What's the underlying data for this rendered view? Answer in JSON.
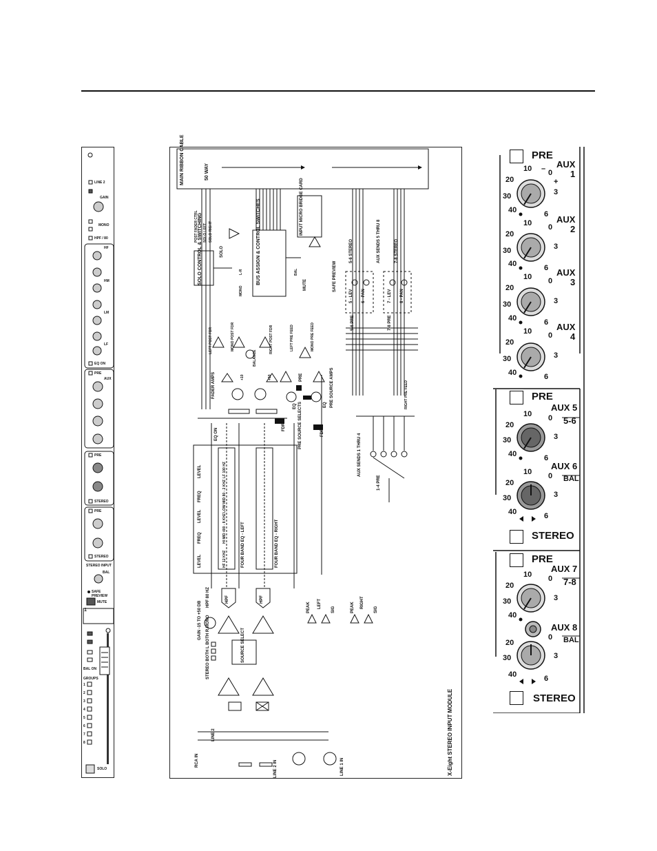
{
  "strip": {
    "line2": "LINE 2",
    "gain": "GAIN",
    "mono": "MONO",
    "hpf": "HPF / 80",
    "hf": "HF",
    "hm": "HM",
    "lm": "LM",
    "lf": "LF",
    "eq_on": "EQ ON",
    "pre": "PRE",
    "aux": "AUX",
    "stereo": "STEREO",
    "stereo_input": "STEREO INPUT",
    "bal": "BAL",
    "mute": "MUTE",
    "safe_preview": "SAFE PREVIEW",
    "channel_number": "1",
    "bal_on": "BAL ON",
    "groups": "GROUPS",
    "solo": "SOLO",
    "group_numbers": [
      "1",
      "2",
      "3",
      "4",
      "5",
      "6",
      "7",
      "8"
    ]
  },
  "diagram": {
    "title": "X-Eight STEREO INPUT MODULE",
    "main_ribbon": "MAIN RIBBON CABLE",
    "ways": "50 WAY",
    "solo_control": "SOLO CONTROL & SWITCHING",
    "bus_assign": "BUS ASSIGN & CONTROL SWITCHES",
    "input_micro": "INPUT MICRO BRIDGE CARD",
    "aux_sends_5_8": "AUX SENDS 5 THRU 8",
    "aux_sends_1_4": "AUX SENDS 1 THRU 4",
    "fader_amps": "FADER AMPS",
    "pre_source_amps": "PRE SOURCE AMPS",
    "pre_source_selects": "PRE SOURCE SELECTS",
    "four_band_left": "FOUR BAND EQ - LEFT",
    "four_band_right": "FOUR BAND EQ - RIGHT",
    "eq_on": "EQ ON",
    "hpf": "HPF",
    "hpf_80": "HPF 80 HZ",
    "gain": "GAIN -15 TO +50 DB",
    "source_select": "SOURCE SELECT",
    "stereo_both": "STEREO BOTH L BOTH R MONO",
    "line2_in": "LINE 2 IN",
    "line1_in": "LINE 1 IN",
    "line2": "LINE 2",
    "rca_in": "RCA IN",
    "peak": "PEAK",
    "sig": "SIG",
    "left": "LEFT",
    "right": "RIGHT",
    "mute": "MUTE",
    "safe_preview": "SAFE PREVIEW",
    "balance": "BALANCE",
    "level": "LEVEL",
    "freq": "FREQ",
    "lf_band": "LF 100 HZ",
    "low_mid": "LOW MID 80 - 2 KHZ",
    "hi_mid": "HI MID 400 - 8 KHZ",
    "hf_band": "HF 12 KHZ",
    "fdr": "FDR",
    "eq": "EQ",
    "pre": "PRE",
    "stereo_5_6": "5-6 STEREO",
    "stereo_7_8": "7-8 STEREO",
    "pre_5_6": "5-6 PRE",
    "pre_7_8": "7-8 PRE",
    "pre_1_4": "1-4 PRE",
    "lev_5": "5 - LEV",
    "pan_6": "6 - PAN",
    "lev_7": "7 - LEV",
    "pan_8": "8 - PAN",
    "mono_post_fdr": "MONO POST FDR",
    "left_post_fdr": "LEFT POST FDR",
    "right_post_fdr": "RIGHT POST FDR",
    "mono_pre_feed": "MONO PRE FEED",
    "left_pre_feed": "LEFT PRE FEED",
    "right_pre_feed": "RIGHT PRE FEED",
    "solo": "SOLO",
    "solo_left": "SOLO LEFT",
    "solo_right": "SOLO RIGHT",
    "post_fader_ctrl": "POST FADER CTRL",
    "mono": "MONO",
    "lr": "L-R",
    "bal": "BAL",
    "x10": "+10"
  },
  "aux_panel": {
    "pre": "PRE",
    "stereo": "STEREO",
    "aux1": "AUX",
    "aux1_num": "1",
    "aux2": "AUX",
    "aux2_num": "2",
    "aux3": "AUX",
    "aux3_num": "3",
    "aux4": "AUX",
    "aux4_num": "4",
    "aux5": "AUX 5",
    "aux5_sub": "5-6",
    "aux6": "AUX 6",
    "aux6_sub": "BAL",
    "aux7": "AUX 7",
    "aux7_sub": "7-8",
    "aux8": "AUX 8",
    "aux8_sub": "BAL",
    "scale": [
      "10",
      "0",
      "20",
      "30",
      "40",
      "6",
      "3",
      "+",
      "–"
    ]
  }
}
